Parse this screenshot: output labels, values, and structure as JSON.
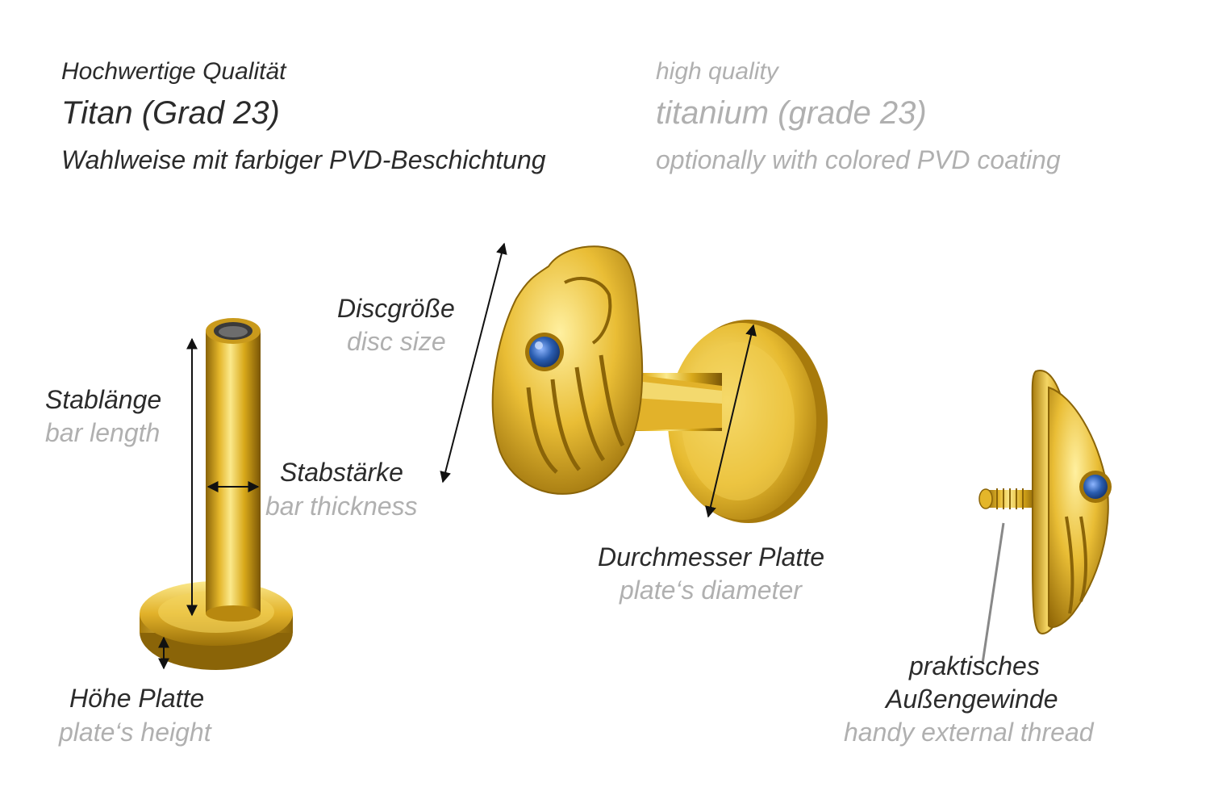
{
  "header": {
    "de_quality": "Hochwertige Qualität",
    "de_material": "Titan (Grad 23)",
    "de_coating": "Wahlweise mit farbiger PVD-Beschichtung",
    "en_quality": "high quality",
    "en_material": "titanium (grade 23)",
    "en_coating": "optionally with colored PVD coating"
  },
  "labels": {
    "bar_length": {
      "de": "Stablänge",
      "en": "bar length"
    },
    "bar_thickness": {
      "de": "Stabstärke",
      "en": "bar thickness"
    },
    "disc_size": {
      "de": "Discgröße",
      "en": "disc size"
    },
    "plate_diameter": {
      "de": "Durchmesser Platte",
      "en": "plate‘s diameter"
    },
    "plate_height": {
      "de": "Höhe Platte",
      "en": "plate‘s height"
    },
    "external_thread": {
      "de_line1": "praktisches",
      "de_line2": "Außengewinde",
      "en": "handy external thread"
    }
  },
  "colors": {
    "gold_light": "#f6df72",
    "gold_mid": "#d9a91a",
    "gold_dark": "#8a6408",
    "gem_blue": "#2a5db0",
    "text_dark": "#2b2b2b",
    "text_light": "#b0b0b0"
  }
}
